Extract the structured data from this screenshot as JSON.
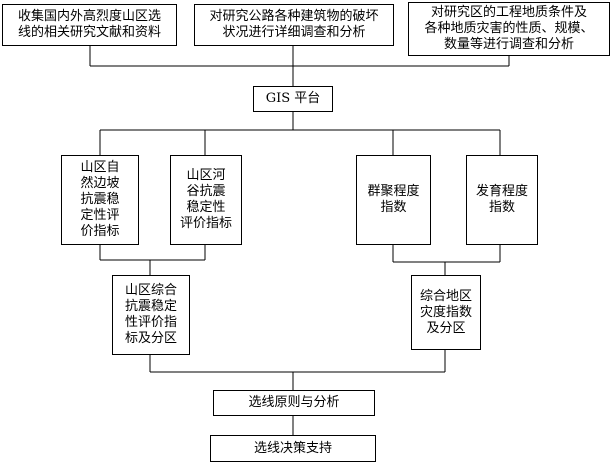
{
  "nodes": {
    "collect": "收集国内外高烈度山区选\n线的相关研究文献和资料",
    "damage": "对研究公路各种建筑物的破坏\n状况进行详细调查和分析",
    "geology": "对研究区的工程地质条件及\n各种地质灾害的性质、规模、\n数量等进行调查和分析",
    "gis": "GIS 平台",
    "slope": "山区自\n然边坡\n抗震稳\n定性评\n价指标",
    "valley": "山区河\n谷抗震\n稳定性\n评价指标",
    "cluster": "群聚程度\n指数",
    "develop": "发育程度\n指数",
    "combined": "山区综合\n抗震稳定\n性评价指\n标及分区",
    "hazard": "综合地区\n灾度指数\n及分区",
    "principle": "选线原则与分析",
    "decision": "选线决策支持"
  }
}
